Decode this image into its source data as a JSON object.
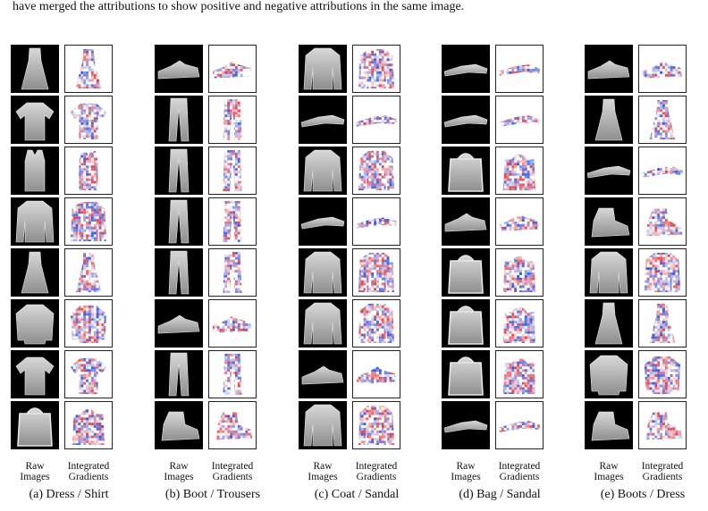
{
  "intro_text": "have merged the attributions to show positive and negative attributions in the same image.",
  "labels": {
    "raw": [
      "Raw",
      "Images"
    ],
    "grad": [
      "Integrated",
      "Gradients"
    ]
  },
  "colors": {
    "positive": "#e0242a",
    "negative": "#1d3fd6",
    "raw_bg": "#000000",
    "item": "#bdbdbd"
  },
  "panels": [
    {
      "caption": "(a) Dress / Shirt",
      "items": [
        "dress",
        "tshirt",
        "top",
        "coat",
        "dress",
        "shirt",
        "tshirt",
        "bag"
      ]
    },
    {
      "caption": "(b) Boot / Trousers",
      "items": [
        "sneaker",
        "trouser",
        "trouser",
        "trouser",
        "trouser",
        "sneaker",
        "trouser",
        "boot"
      ]
    },
    {
      "caption": "(c) Coat / Sandal",
      "items": [
        "coat",
        "sandal",
        "coat",
        "sandal",
        "coat",
        "coat",
        "sneaker",
        "coat"
      ]
    },
    {
      "caption": "(d) Bag / Sandal",
      "items": [
        "sandal",
        "sandal",
        "bag",
        "sneaker",
        "bag",
        "bag",
        "bag",
        "sandal"
      ]
    },
    {
      "caption": "(e) Boots / Dress",
      "items": [
        "sneaker",
        "dress",
        "sandal",
        "boot",
        "coat",
        "dress",
        "shirt",
        "boot"
      ]
    }
  ]
}
